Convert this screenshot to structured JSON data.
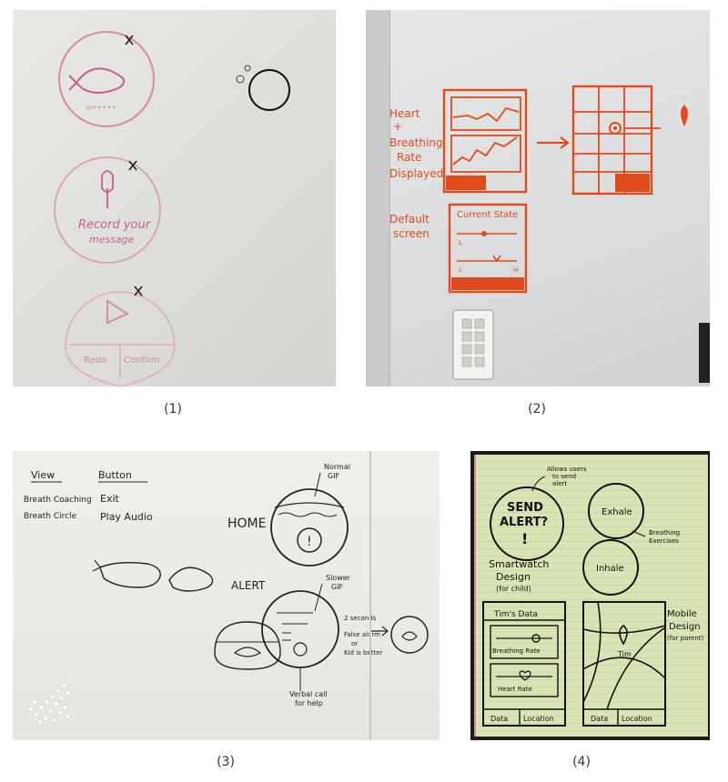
{
  "captions": [
    "(1)",
    "(2)",
    "(3)",
    "(4)"
  ],
  "panel1": {
    "labels": [
      "Record your",
      "message",
      "Redo",
      "Confirm"
    ]
  },
  "panel2": {
    "side_labels": [
      "Heart",
      "+",
      "Breathing",
      "Rate",
      "Displayed"
    ],
    "default_labels": [
      "Default",
      "screen"
    ],
    "current_state": "Current State",
    "slider_l": "L",
    "slider_h": "H"
  },
  "panel3": {
    "view_header": "View",
    "view_items": [
      "Breath Coaching",
      "Breath Circle"
    ],
    "button_header": "Button",
    "button_items": [
      "Exit",
      "Play Audio"
    ],
    "home": "HOME",
    "alert": "ALERT",
    "normal_gif": [
      "Normal",
      "GIF"
    ],
    "slower_gif": [
      "Slower",
      "GIF"
    ],
    "seconds_note": [
      "2 seconds",
      "False alarm",
      "or",
      "Kid is better"
    ],
    "verbal_note": [
      "Verbal call",
      "for help"
    ]
  },
  "panel4": {
    "allows_note": [
      "Allows users",
      "to send",
      "alert"
    ],
    "send_alert": [
      "SEND",
      "ALERT?"
    ],
    "exhale": "Exhale",
    "inhale": "Inhale",
    "breathing_note": [
      "Breathing",
      "Exercises"
    ],
    "smartwatch": [
      "Smartwatch",
      "Design",
      "(for child)"
    ],
    "tims_data": "Tim's Data",
    "breathing_rate": "Breathing Rate",
    "heart_rate": "Heart Rate",
    "tabs": [
      "Data",
      "Location"
    ],
    "tim": "Tim",
    "mobile": [
      "Mobile",
      "Design",
      "(for parent)"
    ]
  }
}
